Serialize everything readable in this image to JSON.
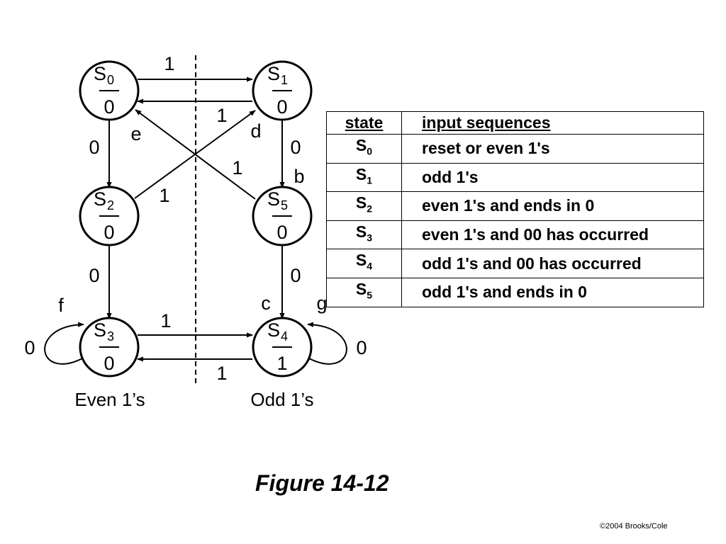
{
  "diagram": {
    "states": [
      {
        "id": "S0",
        "letter": "S",
        "index": "0",
        "output": "0"
      },
      {
        "id": "S1",
        "letter": "S",
        "index": "1",
        "output": "0"
      },
      {
        "id": "S2",
        "letter": "S",
        "index": "2",
        "output": "0"
      },
      {
        "id": "S5",
        "letter": "S",
        "index": "5",
        "output": "0"
      },
      {
        "id": "S3",
        "letter": "S",
        "index": "3",
        "output": "0"
      },
      {
        "id": "S4",
        "letter": "S",
        "index": "4",
        "output": "1"
      }
    ],
    "transitions": [
      {
        "from": "S0",
        "to": "S1",
        "input": "1"
      },
      {
        "from": "S1",
        "to": "S0",
        "input": "1"
      },
      {
        "from": "S0",
        "to": "S2",
        "input": "0"
      },
      {
        "from": "S1",
        "to": "S5",
        "input": "0",
        "tag": "b"
      },
      {
        "from": "S2",
        "to": "S1",
        "input": "1",
        "tag": "d"
      },
      {
        "from": "S5",
        "to": "S0",
        "input": "1",
        "tag": "e"
      },
      {
        "from": "S2",
        "to": "S3",
        "input": "0"
      },
      {
        "from": "S5",
        "to": "S4",
        "input": "0",
        "tag": "c"
      },
      {
        "from": "S3",
        "to": "S4",
        "input": "1"
      },
      {
        "from": "S4",
        "to": "S3",
        "input": "1"
      },
      {
        "from": "S3",
        "to": "S3",
        "input": "0",
        "tag": "f"
      },
      {
        "from": "S4",
        "to": "S4",
        "input": "0",
        "tag": "g"
      }
    ],
    "edge_labels": {
      "s0_s1": "1",
      "s1_s0": "1",
      "s0_s2": "0",
      "s1_s5": "0",
      "s2_s1": "1",
      "s5_s0": "1",
      "s2_s3": "0",
      "s5_s4": "0",
      "s3_s4": "1",
      "s4_s3": "1",
      "s3_loop": "0",
      "s4_loop": "0",
      "tag_b": "b",
      "tag_c": "c",
      "tag_d": "d",
      "tag_e": "e",
      "tag_f": "f",
      "tag_g": "g"
    },
    "group_labels": {
      "even": "Even 1’s",
      "odd": "Odd 1’s"
    }
  },
  "table": {
    "headers": {
      "state": "state",
      "sequences": "input sequences"
    },
    "rows": [
      {
        "letter": "S",
        "index": "0",
        "description": "reset or even 1's"
      },
      {
        "letter": "S",
        "index": "1",
        "description": "odd 1's"
      },
      {
        "letter": "S",
        "index": "2",
        "description": "even 1's and ends in 0"
      },
      {
        "letter": "S",
        "index": "3",
        "description": "even 1's and 00 has occurred"
      },
      {
        "letter": "S",
        "index": "4",
        "description": "odd 1's and 00 has occurred"
      },
      {
        "letter": "S",
        "index": "5",
        "description": "odd 1's and ends in 0"
      }
    ]
  },
  "caption": "Figure 14-12",
  "copyright": "©2004 Brooks/Cole"
}
